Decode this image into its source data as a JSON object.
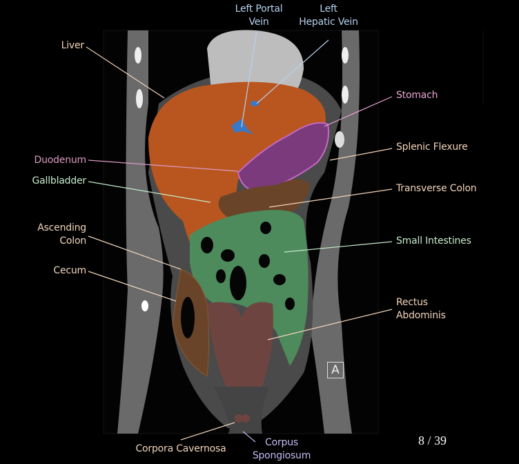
{
  "labels": {
    "left_portal_vein": [
      "Left Portal",
      "Vein"
    ],
    "left_hepatic_vein": [
      "Left",
      "Hepatic Vein"
    ],
    "liver": "Liver",
    "stomach": "Stomach",
    "splenic_flexure": "Splenic Flexure",
    "duodenum": "Duodenum",
    "gallbladder": "Gallbladder",
    "transverse_colon": "Transverse Colon",
    "ascending_colon": [
      "Ascending",
      "Colon"
    ],
    "small_intestines": "Small Intestines",
    "cecum": "Cecum",
    "rectus_abdominis": [
      "Rectus",
      "Abdominis"
    ],
    "corpora_cavernosa": "Corpora Cavernosa",
    "corpus_spongiosum": [
      "Corpus",
      "Spongiosum"
    ]
  },
  "slice": {
    "current": 8,
    "total": 39,
    "text": "8 / 39"
  },
  "orientation_marker": "A",
  "colors": {
    "liver": "#b9561f",
    "veins": "#3a78c8",
    "stomach": "#8a3a8c",
    "colon": "#7a5030",
    "small_intestines": "#4d8a5c",
    "rectus": "#6e4440"
  }
}
